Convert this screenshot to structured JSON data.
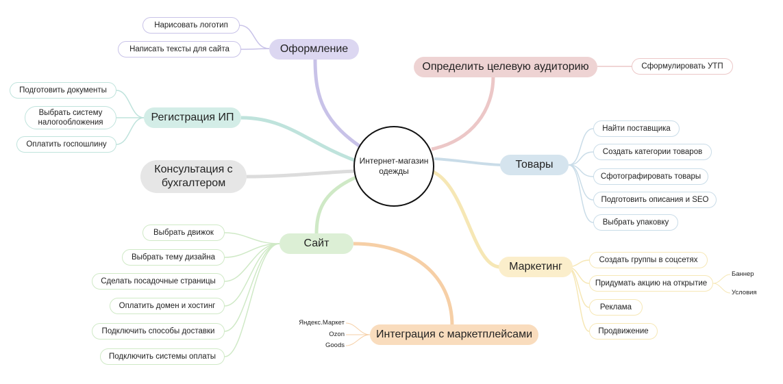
{
  "center": "Интернет-магазин одежды",
  "colors": {
    "purple": "#c8c2e8",
    "purple_fill": "#dcd7f1",
    "red": "#ecc7c7",
    "red_fill": "#eed3d3",
    "teal": "#bfe3dc",
    "teal_fill": "#d3ede7",
    "gray": "#dcdcdc",
    "gray_fill": "#e6e6e6",
    "blue": "#c9dce8",
    "blue_fill": "#d5e4ee",
    "green": "#cfe9c6",
    "green_fill": "#dcefd5",
    "yellow": "#f6e7b5",
    "yellow_fill": "#fbeecb",
    "orange": "#f6cfa6",
    "orange_fill": "#f9dcbd"
  },
  "branches": {
    "design": {
      "label": "Оформление",
      "items": [
        "Нарисовать логотип",
        "Написать тексты для сайта"
      ]
    },
    "audience": {
      "label": "Определить целевую аудиторию",
      "items": [
        "Сформулировать УТП"
      ]
    },
    "registration": {
      "label": "Регистрация ИП",
      "items": [
        "Подготовить документы",
        "Выбрать систему налогообложения",
        "Оплатить госпошлину"
      ]
    },
    "accountant": {
      "label": "Консультация с бухгалтером"
    },
    "goods": {
      "label": "Товары",
      "items": [
        "Найти поставщика",
        "Создать категории товаров",
        "Сфотографировать товары",
        "Подготовить описания и SEO",
        "Выбрать упаковку"
      ]
    },
    "site": {
      "label": "Сайт",
      "items": [
        "Выбрать движок",
        "Выбрать тему дизайна",
        "Сделать посадочные страницы",
        "Оплатить домен и хостинг",
        "Подключить способы доставки",
        "Подключить системы оплаты"
      ]
    },
    "marketing": {
      "label": "Маркетинг",
      "items": [
        "Создать группы в соцсетях",
        "Придумать акцию на открытие",
        "Реклама",
        "Продвижение"
      ],
      "promo_items": [
        "Баннер",
        "Условия"
      ]
    },
    "marketplaces": {
      "label": "Интеграция с маркетплейсами",
      "items": [
        "Яндекс.Маркет",
        "Ozon",
        "Goods"
      ]
    }
  }
}
